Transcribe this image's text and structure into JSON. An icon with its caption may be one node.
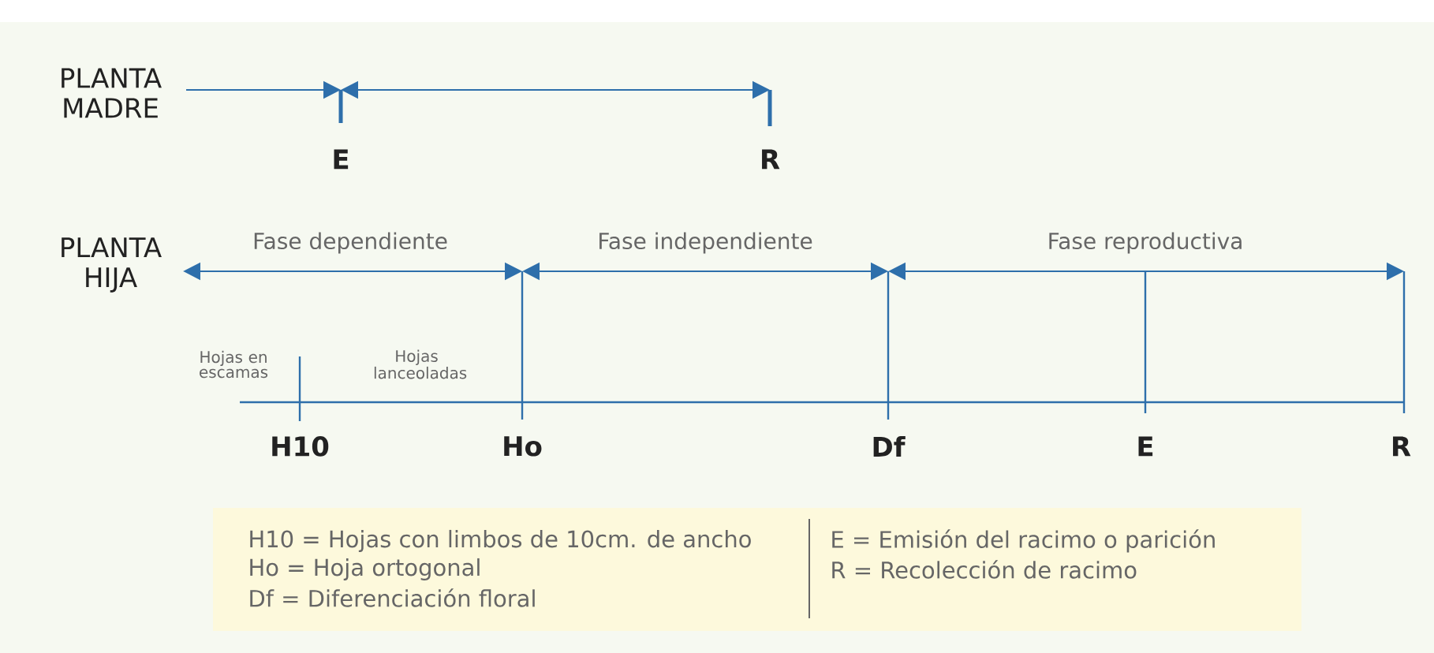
{
  "diagram": {
    "labels": [
      "PLANTA MADRE",
      "E",
      "R",
      "PLANTA HIJA",
      "Fase dependiente",
      "Fase independiente",
      "Fase reproductiva",
      "Hojas en escamas",
      "Hojas lanceoladas",
      "H10",
      "Ho",
      "Df",
      "E",
      "R",
      "H10 = Hojas con limbos de 10cm. de ancho",
      "E = Emisión del racimo o parición",
      "Ho = Hoja ortogonal",
      "R = Recolección de racimo",
      "Df = Diferenciación floral"
    ]
  }
}
